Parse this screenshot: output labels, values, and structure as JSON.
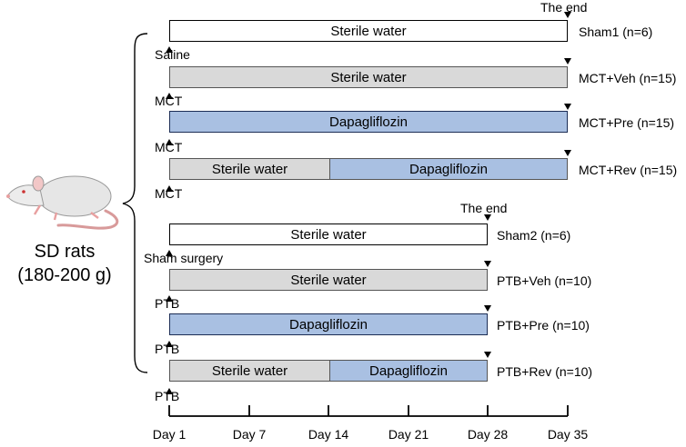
{
  "rat": {
    "label_line1": "SD rats",
    "label_line2": "(180-200 g)"
  },
  "the_end": "The end",
  "experiment1": {
    "rows": [
      {
        "group": "Sham1 (n=6)",
        "marker": "Saline",
        "kind": "white",
        "label": "Sterile water"
      },
      {
        "group": "MCT+Veh (n=15)",
        "marker": "MCT",
        "kind": "grey",
        "label": "Sterile water"
      },
      {
        "group": "MCT+Pre (n=15)",
        "marker": "MCT",
        "kind": "blue",
        "label": "Dapagliflozin"
      },
      {
        "group": "MCT+Rev (n=15)",
        "marker": "MCT",
        "kind": "split",
        "label_a": "Sterile water",
        "label_b": "Dapagliflozin"
      }
    ]
  },
  "experiment2": {
    "rows": [
      {
        "group": "Sham2 (n=6)",
        "marker": "Sham surgery",
        "kind": "white",
        "label": "Sterile water"
      },
      {
        "group": "PTB+Veh (n=10)",
        "marker": "PTB",
        "kind": "grey",
        "label": "Sterile water"
      },
      {
        "group": "PTB+Pre (n=10)",
        "marker": "PTB",
        "kind": "blue",
        "label": "Dapagliflozin"
      },
      {
        "group": "PTB+Rev (n=10)",
        "marker": "PTB",
        "kind": "split",
        "label_a": "Sterile water",
        "label_b": "Dapagliflozin"
      }
    ]
  },
  "timeline": {
    "days": [
      "Day 1",
      "Day 7",
      "Day 14",
      "Day 21",
      "Day 28",
      "Day 35"
    ]
  },
  "colors": {
    "grey_fill": "#d9d9d9",
    "blue_fill": "#a9c0e2",
    "blue_border": "#1c2d55"
  }
}
